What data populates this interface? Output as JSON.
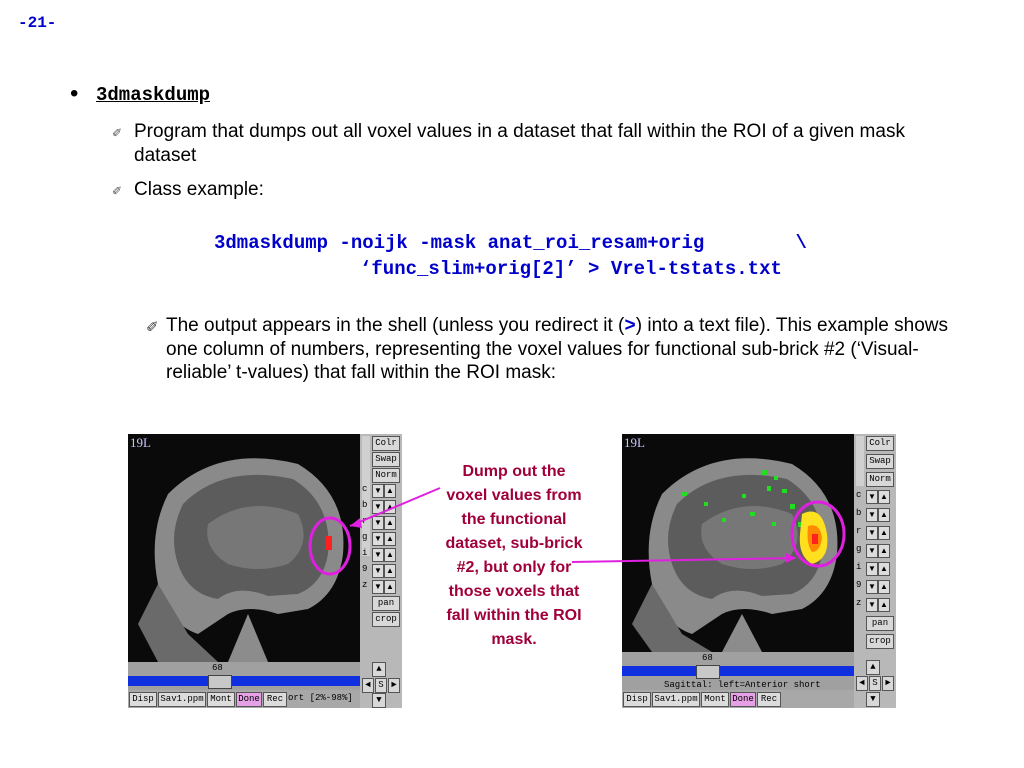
{
  "page_number": "-21-",
  "heading": "3dmaskdump",
  "bullets": [
    "Program that dumps out all voxel values in a dataset that fall within the ROI of a given mask dataset",
    "Class example:"
  ],
  "code": {
    "line1": "3dmaskdump -noijk -mask anat_roi_resam+orig        \\",
    "line2": "‘func_slim+orig[2]’ > Vrel-tstats.txt"
  },
  "note": {
    "before": "The output appears in the shell (unless you redirect it (",
    "gt": ">",
    "after": ") into a text file).  This example shows one column of numbers, representing the voxel values for functional sub-brick #2 (‘Visual-reliable’ t-values) that fall within the ROI mask:"
  },
  "callout": "Dump out the voxel values from the functional dataset, sub-brick #2, but only for those voxels that fall within the ROI mask.",
  "viewer_left": {
    "corner_label": "19L",
    "side_buttons": [
      "Colr",
      "Swap",
      "Norm"
    ],
    "arrow_rows": [
      "c",
      "b",
      "r",
      "g",
      "i",
      "9",
      "z"
    ],
    "lower_buttons": [
      "pan",
      "crop"
    ],
    "slider_value": "68",
    "bottom_buttons": [
      "Disp",
      "Sav1.ppm",
      "Mont",
      "Done",
      "Rec"
    ],
    "bottom_text": "ort [2%-98%]",
    "nav_buttons": [
      "▲",
      "◄",
      "S",
      "►",
      "▼"
    ]
  },
  "viewer_right": {
    "corner_label": "19L",
    "side_buttons": [
      "Colr",
      "Swap",
      "Norm"
    ],
    "arrow_rows": [
      "c",
      "b",
      "r",
      "g",
      "i",
      "9",
      "z"
    ],
    "lower_buttons": [
      "pan",
      "crop"
    ],
    "slider_value": "68",
    "bottom_buttons": [
      "Disp",
      "Sav1.ppm",
      "Mont",
      "Done",
      "Rec"
    ],
    "bottom_text": "Sagittal: left=Anterior short",
    "nav_buttons": [
      "▲",
      "◄",
      "S",
      "►",
      "▼"
    ]
  },
  "colors": {
    "code_blue": "#0000cc",
    "callout_red": "#a0003a",
    "annotation_magenta": "#e020e0",
    "done_pink": "#e6a0e6",
    "slider_blue": "#1030e0"
  }
}
